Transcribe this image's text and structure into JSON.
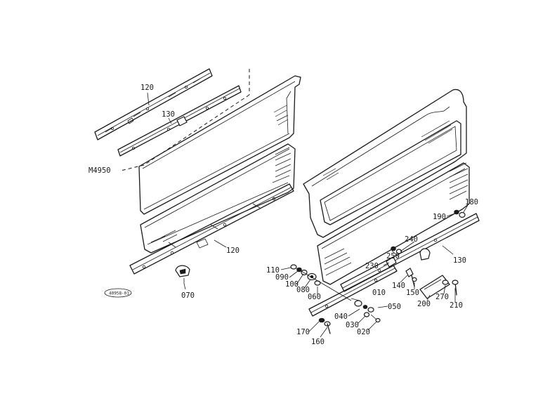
{
  "diagram": {
    "reference_code": "M4950",
    "stamp_text": "40958-01",
    "part_labels": [
      {
        "id": "l120a",
        "text": "120"
      },
      {
        "id": "l130a",
        "text": "130"
      },
      {
        "id": "l120b",
        "text": "120"
      },
      {
        "id": "l070",
        "text": "070"
      },
      {
        "id": "l110",
        "text": "110"
      },
      {
        "id": "l090",
        "text": "090"
      },
      {
        "id": "l100",
        "text": "100"
      },
      {
        "id": "l080",
        "text": "080"
      },
      {
        "id": "l060a",
        "text": "060"
      },
      {
        "id": "l010",
        "text": "010"
      },
      {
        "id": "l050",
        "text": "050"
      },
      {
        "id": "l040",
        "text": "040"
      },
      {
        "id": "l030",
        "text": "030"
      },
      {
        "id": "l020",
        "text": "020"
      },
      {
        "id": "l170",
        "text": "170"
      },
      {
        "id": "l160",
        "text": "160"
      },
      {
        "id": "l250",
        "text": "250"
      },
      {
        "id": "l240",
        "text": "240"
      },
      {
        "id": "l230",
        "text": "230"
      },
      {
        "id": "l140",
        "text": "140"
      },
      {
        "id": "l150",
        "text": "150"
      },
      {
        "id": "l200",
        "text": "200"
      },
      {
        "id": "l270",
        "text": "270"
      },
      {
        "id": "l210",
        "text": "210"
      },
      {
        "id": "l190",
        "text": "190"
      },
      {
        "id": "l180",
        "text": "180"
      },
      {
        "id": "l130b",
        "text": "130"
      }
    ]
  }
}
